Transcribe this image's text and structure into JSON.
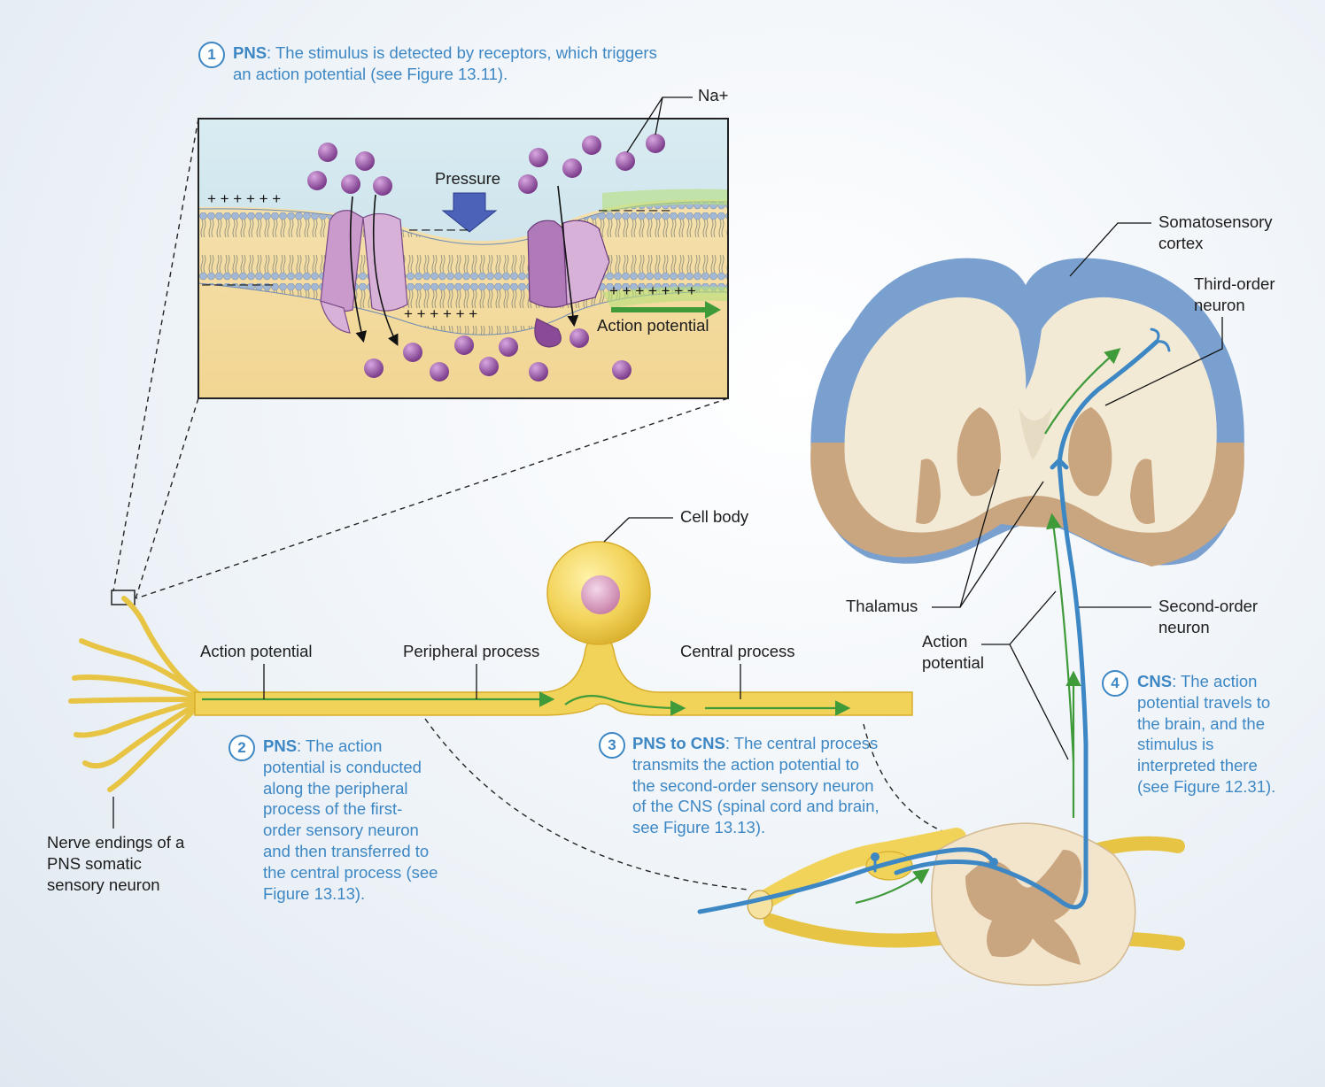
{
  "steps": [
    {
      "num": "1",
      "head": "PNS",
      "text": ": The stimulus is detected by receptors, which triggers an action potential (see Figure 13.11)."
    },
    {
      "num": "2",
      "head": "PNS",
      "text": ": The action potential is conducted along the peripheral process of the first-order sensory neuron and then transferred to the central process (see Figure 13.13)."
    },
    {
      "num": "3",
      "head": "PNS to CNS",
      "text": ": The central process transmits the action potential to the second-order sensory neuron of the CNS (spinal cord and brain, see Figure 13.13)."
    },
    {
      "num": "4",
      "head": "CNS",
      "text": ": The action potential travels to the brain, and the stimulus is interpreted there (see Figure 12.31)."
    }
  ],
  "labels": {
    "na": "Na+",
    "pressure": "Pressure",
    "inset_action_potential": "Action potential",
    "cell_body": "Cell body",
    "action_potential": "Action potential",
    "peripheral_process": "Peripheral process",
    "central_process": "Central process",
    "nerve_endings": "Nerve endings of a PNS somatic sensory neuron",
    "somatosensory_cortex": "Somatosensory cortex",
    "third_order": "Third-order neuron",
    "thalamus": "Thalamus",
    "second_order": "Second-order neuron",
    "action_potential_cns": "Action potential"
  },
  "colors": {
    "step_text": "#3d87c4",
    "neuron_yellow": "#f2d35a",
    "cns_neuron_blue": "#3d87c4",
    "impulse_green": "#3f9a3a",
    "ion_purple": "#8a4a98",
    "channel_purple": "#c08ac6",
    "cortex_blue": "#7aa0d0",
    "white_matter": "#f3ead6",
    "gray_matter_tan": "#c9a67f"
  }
}
